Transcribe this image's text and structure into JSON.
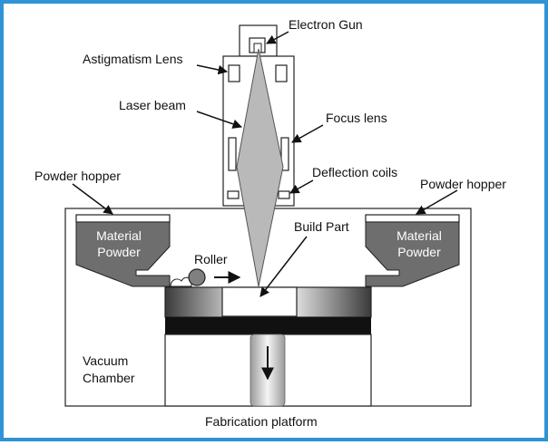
{
  "labels": {
    "electron_gun": "Electron Gun",
    "astigmatism_lens": "Astigmatism Lens",
    "laser_beam": "Laser beam",
    "focus_lens": "Focus lens",
    "deflection_coils": "Deflection coils",
    "powder_hopper_left": "Powder hopper",
    "powder_hopper_right": "Powder hopper",
    "material_powder_left": [
      "Material",
      "Powder"
    ],
    "material_powder_right": [
      "Material",
      "Powder"
    ],
    "roller": "Roller",
    "build_part": "Build Part",
    "vacuum_chamber": [
      "Vacuum",
      "Chamber"
    ],
    "fabrication_platform": "Fabrication platform"
  },
  "colors": {
    "frame_border": "#2f93d6",
    "powder": "#6e6e6e",
    "beam": "#b9b9b9",
    "platform_dark": "#111111",
    "outline": "#222222"
  }
}
